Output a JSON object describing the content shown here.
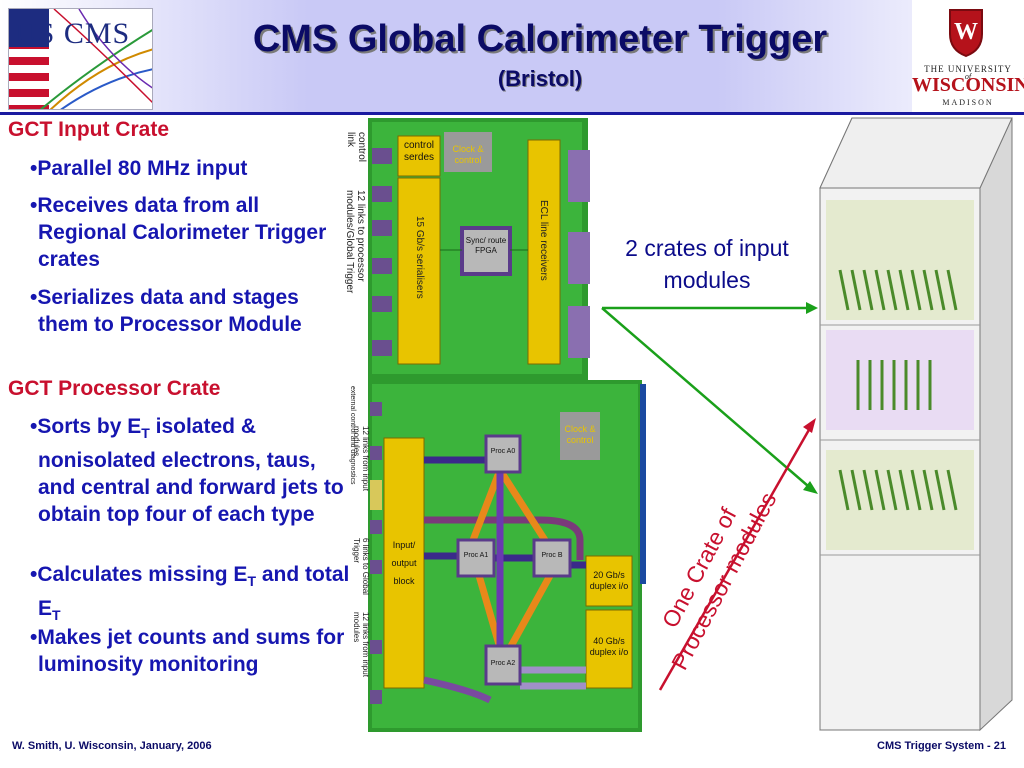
{
  "header": {
    "logo_left_text": "US CMS",
    "title": "CMS Global Calorimeter Trigger",
    "subtitle": "(Bristol)",
    "uw_line1": "THE UNIVERSITY",
    "uw_of": "of",
    "uw_line2": "WISCONSIN",
    "uw_line3": "MADISON",
    "uw_crest_letter": "W"
  },
  "body": {
    "section1": {
      "heading": "GCT Input Crate",
      "bullets": [
        "Parallel 80 MHz input",
        "Receives data from all Regional Calorimeter Trigger crates",
        "Serializes data and stages them to Processor Module"
      ]
    },
    "section2": {
      "heading": "GCT Processor Crate",
      "bullet1_a": "Sorts by E",
      "bullet1_sub": "T",
      "bullet1_b": " isolated & nonisolated electrons, taus, and central and forward jets to obtain top four of each type",
      "bullet2_a": "Calculates missing E",
      "bullet2_sub1": "T",
      "bullet2_b": " and total E",
      "bullet2_sub2": "T",
      "bullet3": "Makes jet counts and sums for luminosity monitoring"
    }
  },
  "input_board": {
    "side_label1": "control link",
    "side_label2": "12 links to processor modules/Global Trigger",
    "control_serdes": "control serdes",
    "clock_control": "Clock & control",
    "serialisers": "15 Gb/s serialisers",
    "fpga": "Sync/ route FPGA",
    "ecl": "ECL line receivers"
  },
  "processor_board": {
    "side_label1": "external control and diagnostics",
    "side_label2": "12 links from input modules",
    "side_label3": "6 links to Global Trigger",
    "side_label4": "12 links from input modules",
    "io_block": "Input/ output block",
    "clock_control": "Clock & control",
    "proc_a0": "Proc A0",
    "proc_a1": "Proc A1",
    "proc_b": "Proc B",
    "proc_a2": "Proc A2",
    "duplex20": "20 Gb/s duplex i/o",
    "duplex40": "40 Gb/s duplex i/o"
  },
  "annotations": {
    "crates": "2 crates of input modules",
    "processor": "One Crate of Processor modules"
  },
  "footer": {
    "left": "W. Smith, U. Wisconsin, January, 2006",
    "right": "CMS Trigger System -  21"
  },
  "colors": {
    "title": "#0b0b66",
    "heading": "#c8102e",
    "bullet": "#1616b0",
    "board": "#3cae3c",
    "chip_yellow": "#e8c400",
    "arrow_green": "#1aa01a",
    "arrow_red": "#c8102e"
  }
}
